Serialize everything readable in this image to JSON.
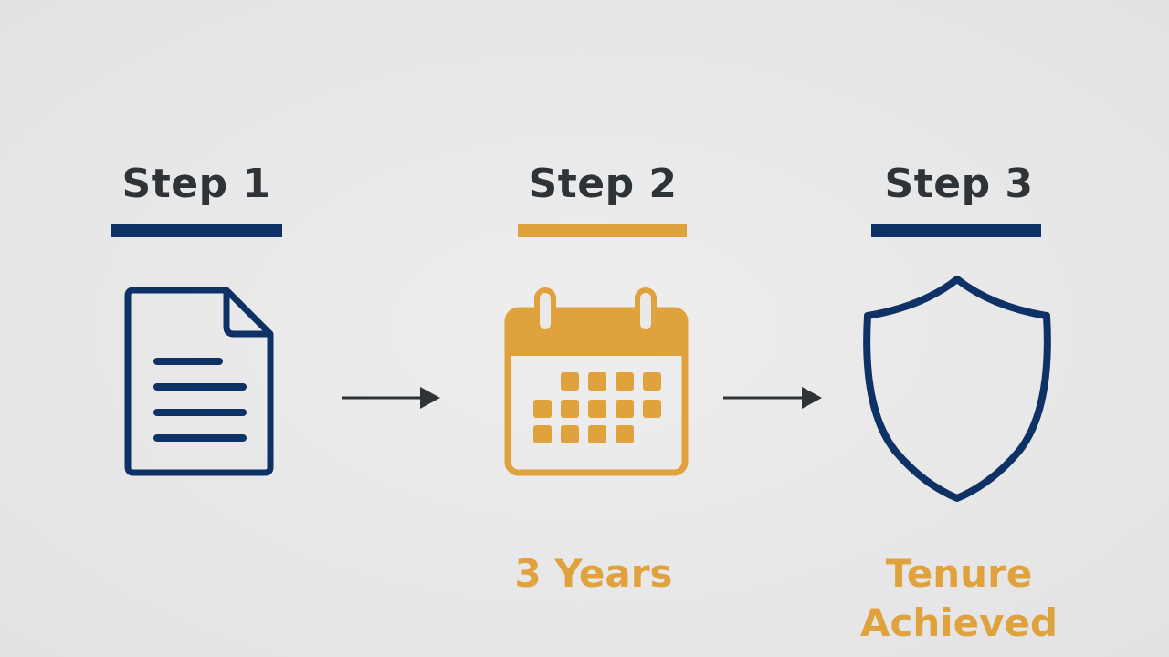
{
  "colors": {
    "navy": "#0f3266",
    "gold": "#e0a23c",
    "arrow": "#2e3338",
    "text": "#2e3338"
  },
  "steps": [
    {
      "title": "Step 1",
      "icon": "document-icon",
      "accent": "navy",
      "caption": ""
    },
    {
      "title": "Step 2",
      "icon": "calendar-icon",
      "accent": "gold",
      "caption": "3 Years"
    },
    {
      "title": "Step 3",
      "icon": "shield-icon",
      "accent": "navy",
      "caption_line1": "Tenure",
      "caption_line2": "Achieved"
    }
  ]
}
